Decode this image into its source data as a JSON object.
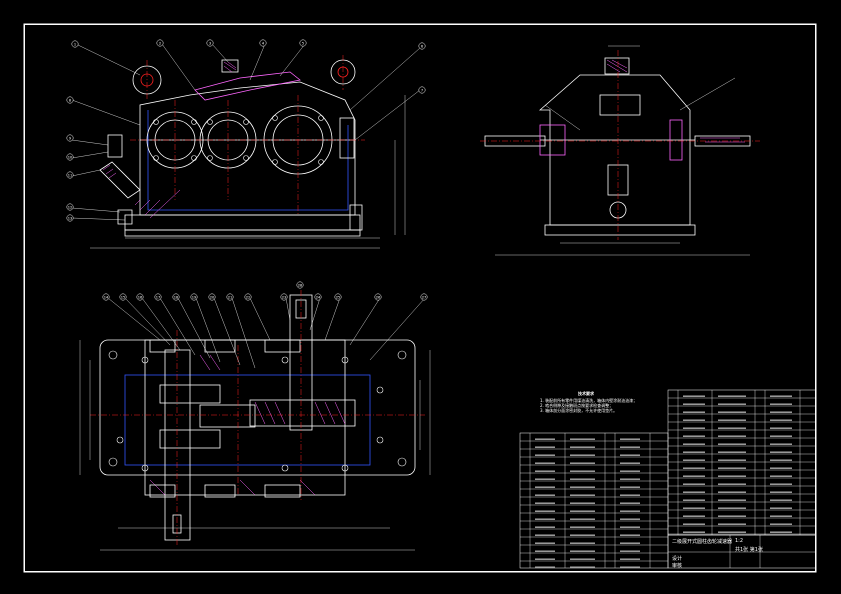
{
  "drawing": {
    "background": "#000000",
    "line_color": "#ffffff",
    "centerline_color": "#ff2020",
    "hidden_color": "#3355ff",
    "hatch_color": "#ff66ff",
    "dimension_color": "#ffffff"
  },
  "front_view_balloons": [
    "1",
    "2",
    "3",
    "4",
    "5",
    "6",
    "7",
    "8",
    "9",
    "10",
    "11",
    "12",
    "13"
  ],
  "plan_view_balloons": [
    "14",
    "15",
    "16",
    "17",
    "18",
    "19",
    "20",
    "21",
    "22",
    "23",
    "24",
    "25",
    "26",
    "27",
    "28"
  ],
  "technical_notes_title": "技术要求",
  "technical_notes": [
    "1. 装配前所有零件用煤油清洗，箱体内壁涂耐油油漆；",
    "2. 啮合侧隙及接触斑点按要求检查调整；",
    "3. 箱体剖分面涂密封胶，不允许使用垫片。"
  ],
  "title_block": {
    "name": "二级展开式圆柱齿轮减速器",
    "scale": "1:2",
    "sheet": "共1张 第1张",
    "designer": "设计",
    "checker": "审核"
  }
}
